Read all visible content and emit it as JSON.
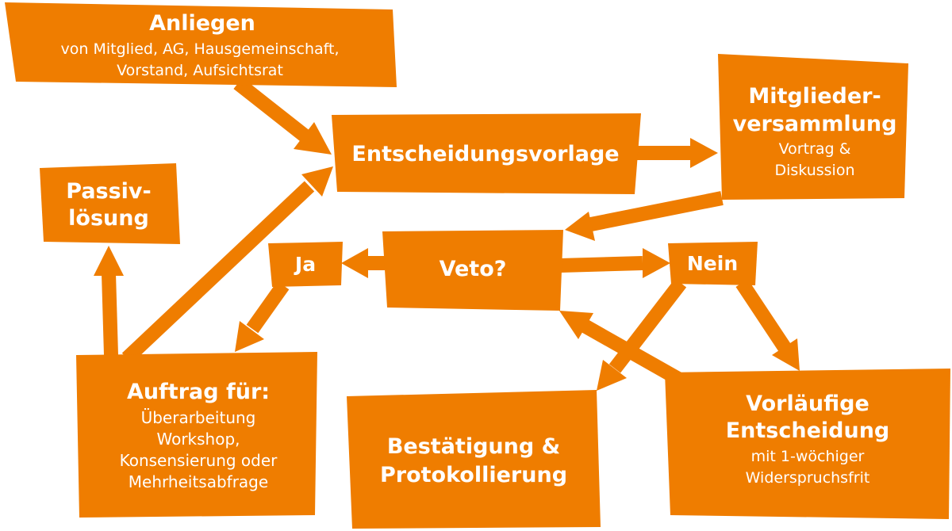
{
  "colors": {
    "box": "#ef7d00",
    "text": "#ffffff",
    "background": "#ffffff"
  },
  "nodes": {
    "anliegen": {
      "title": "Anliegen",
      "lines": [
        "von Mitglied, AG, Hausgemeinschaft,",
        "Vorstand, Aufsichtsrat"
      ]
    },
    "entscheidungsvorlage": {
      "title": "Entscheidungsvorlage"
    },
    "mitgliederversammlung": {
      "title_lines": [
        "Mitglieder-",
        "versammlung"
      ],
      "lines": [
        "Vortrag &",
        "Diskussion"
      ]
    },
    "passivloesung": {
      "title_lines": [
        "Passiv-",
        "lösung"
      ]
    },
    "veto": {
      "title": "Veto?"
    },
    "ja": {
      "title": "Ja"
    },
    "nein": {
      "title": "Nein"
    },
    "auftrag": {
      "title": "Auftrag für:",
      "lines": [
        "Überarbeitung",
        "Workshop,",
        "Konsensierung oder",
        "Mehrheitsabfrage"
      ]
    },
    "bestaetigung": {
      "title_lines": [
        "Bestätigung &",
        "Protokollierung"
      ]
    },
    "vorlaeufig": {
      "title_lines": [
        "Vorläufige",
        "Entscheidung"
      ],
      "lines": [
        "mit 1-wöchiger",
        "Widerspruchsfrit"
      ]
    }
  }
}
